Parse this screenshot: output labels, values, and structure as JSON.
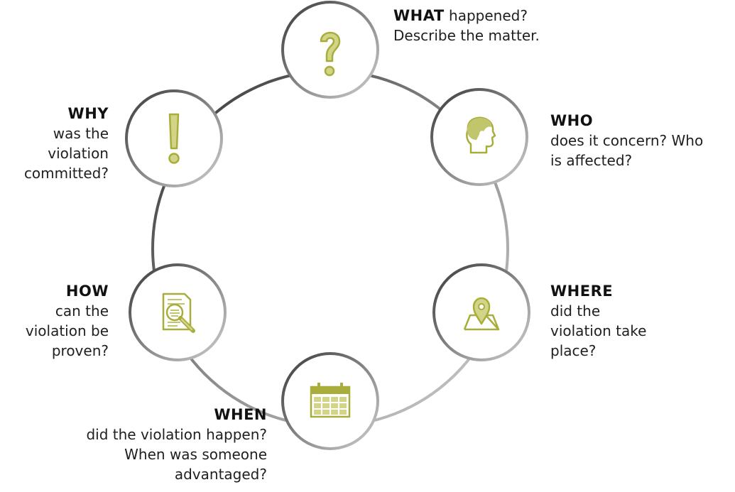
{
  "colors": {
    "accent": "#a8ad3c",
    "accent_light": "#d2d487",
    "ring_dark": "#3a3a3a",
    "ring_light": "#c8c8c8"
  },
  "nodes": [
    {
      "id": "what",
      "icon": "question-mark-icon",
      "heading": "WHAT",
      "text_inline": "happened?",
      "lines": [
        "Describe the matter."
      ]
    },
    {
      "id": "who",
      "icon": "head-profile-icon",
      "heading": "WHO",
      "text_inline": "",
      "lines": [
        "does it concern? Who",
        "is affected?"
      ]
    },
    {
      "id": "where",
      "icon": "map-pin-icon",
      "heading": "WHERE",
      "text_inline": "",
      "lines": [
        "did the",
        "violation take",
        "place?"
      ]
    },
    {
      "id": "when",
      "icon": "calendar-icon",
      "heading": "WHEN",
      "text_inline": "",
      "lines": [
        "did the violation happen?",
        "When was someone",
        "advantaged?"
      ]
    },
    {
      "id": "how",
      "icon": "document-magnifier-icon",
      "heading": "HOW",
      "text_inline": "",
      "lines": [
        "can the",
        "violation be",
        "proven?"
      ]
    },
    {
      "id": "why",
      "icon": "exclamation-mark-icon",
      "heading": "WHY",
      "text_inline": "",
      "lines": [
        "was the",
        "violation",
        "committed?"
      ]
    }
  ]
}
